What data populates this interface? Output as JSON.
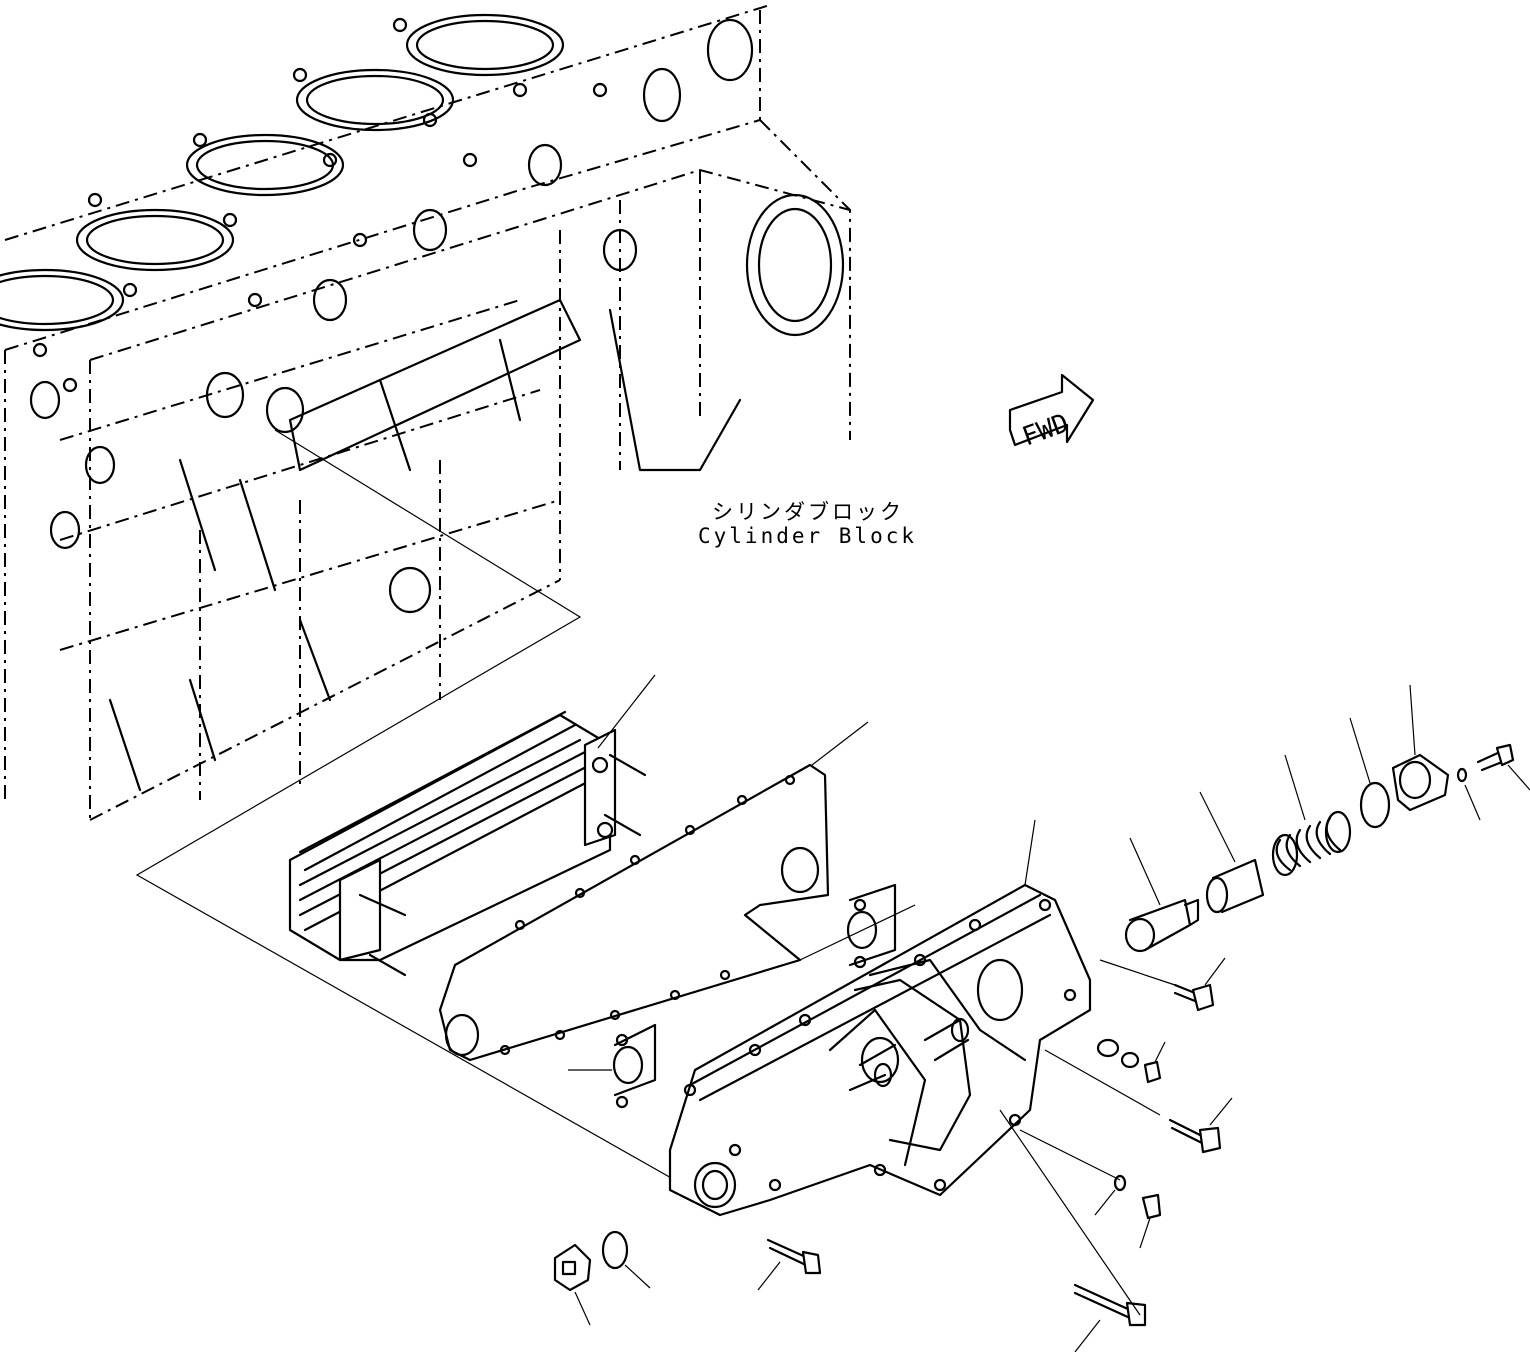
{
  "diagram": {
    "block_label_jp": "シリンダブロック",
    "block_label_en": "Cylinder Block",
    "direction_marker": "FWD"
  },
  "colors": {
    "line": "#000000",
    "background": "#ffffff"
  },
  "icons": {
    "direction": "fwd-arrow-icon"
  }
}
